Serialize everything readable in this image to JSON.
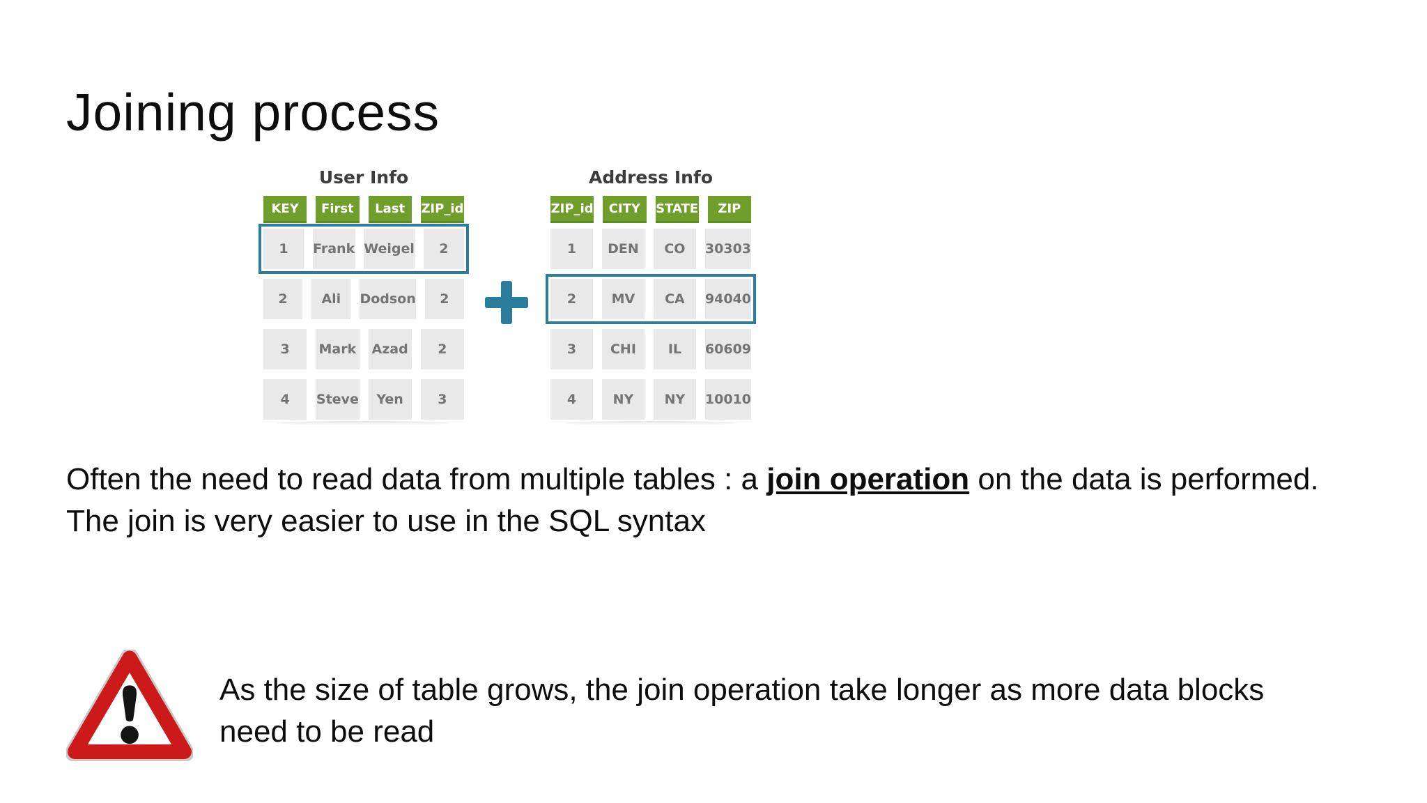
{
  "slide": {
    "title": "Joining process"
  },
  "diagram": {
    "plus_icon": "plus-icon",
    "tables": [
      {
        "title": "User Info",
        "headers": [
          "KEY",
          "First",
          "Last",
          "ZIP_id"
        ],
        "rows": [
          [
            "1",
            "Frank",
            "Weigel",
            "2"
          ],
          [
            "2",
            "Ali",
            "Dodson",
            "2"
          ],
          [
            "3",
            "Mark",
            "Azad",
            "2"
          ],
          [
            "4",
            "Steve",
            "Yen",
            "3"
          ]
        ],
        "highlight_row": 0
      },
      {
        "title": "Address Info",
        "headers": [
          "ZIP_id",
          "CITY",
          "STATE",
          "ZIP"
        ],
        "rows": [
          [
            "1",
            "DEN",
            "CO",
            "30303"
          ],
          [
            "2",
            "MV",
            "CA",
            "94040"
          ],
          [
            "3",
            "CHI",
            "IL",
            "60609"
          ],
          [
            "4",
            "NY",
            "NY",
            "10010"
          ]
        ],
        "highlight_row": 1
      }
    ]
  },
  "body": {
    "p1_pre": "Often the need to read data from multiple tables : a ",
    "p1_bold": "join operation",
    "p1_post": " on the data is performed.",
    "p2": "The join is very easier to use in the SQL syntax"
  },
  "warning": {
    "icon": "warning-triangle-icon",
    "text": "As the size of table grows, the join operation take longer as more data blocks need to be read"
  },
  "colors": {
    "header_green": "#6f9f2a",
    "header_green_dark": "#5d8a1f",
    "accent_teal": "#2b7d9e",
    "row_gray": "#e9e9e9",
    "warning_red": "#cc1a1a",
    "background": "#ffffff"
  }
}
